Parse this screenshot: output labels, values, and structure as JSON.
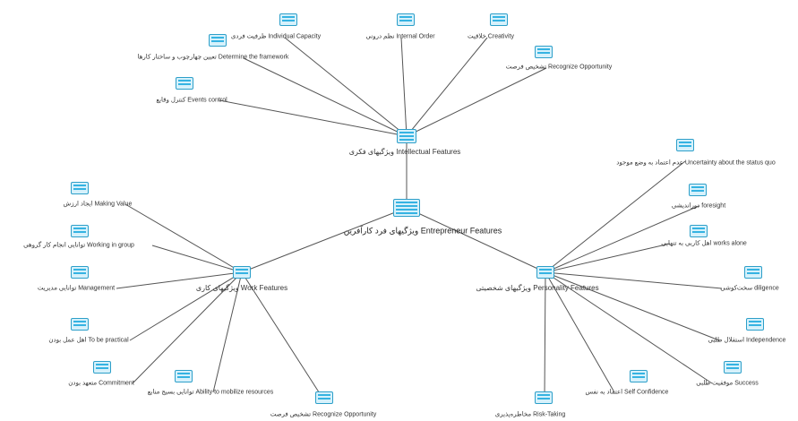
{
  "diagram": {
    "root": {
      "label": "ویژگیهای فرد کارآفرین Entrepreneur Features",
      "icon": "mindmap-node-icon"
    },
    "branches": [
      {
        "label": "ویژگیهای فکری Intellectual Features",
        "icon": "mindmap-node-icon",
        "children": [
          {
            "label": "ظرفیت فردی Individual Capacity"
          },
          {
            "label": "نظم درونی Internal Order"
          },
          {
            "label": "خلاقیت Creativity"
          },
          {
            "label": "تعیین چهارچوب و ساختار کارها Determine the framework"
          },
          {
            "label": "تشخیص فرصت Recognize Opportunity"
          },
          {
            "label": "کنترل وقایع Events control"
          }
        ]
      },
      {
        "label": "ویژگیهای کاری Work Features",
        "icon": "mindmap-node-icon",
        "children": [
          {
            "label": "ایجاد ارزش Making Value"
          },
          {
            "label": "توانایی انجام کار گروهی Working in group"
          },
          {
            "label": "توانایی مدیریت Management"
          },
          {
            "label": "اهل عمل بودن To be practical"
          },
          {
            "label": "متعهد بودن Commitment"
          },
          {
            "label": "توانایی بسیج منابع Ability to mobilize resources"
          },
          {
            "label": "تشخیص فرصت Recognize Opportunity"
          }
        ]
      },
      {
        "label": "ویژگیهای شخصیتی Personality Features",
        "icon": "mindmap-node-icon",
        "children": [
          {
            "label": "عدم اعتماد به وضع موجود Uncertainty about the status quo"
          },
          {
            "label": "دوراندیشی foresight"
          },
          {
            "label": "اهل کاربی به تنهایی works alone"
          },
          {
            "label": "سخت‌کوشی diligence"
          },
          {
            "label": "استقلال طلبی Independence"
          },
          {
            "label": "موفقیت طلبی Success"
          },
          {
            "label": "اعتماد به نفس Self Confidence"
          },
          {
            "label": "مخاطره‌پذیری Risk-Taking"
          }
        ]
      }
    ]
  },
  "colors": {
    "icon_border": "#2d9fc9",
    "icon_fill": "#d6f1fb",
    "icon_stripe": "#35b3e2",
    "edge": "#555555",
    "text": "#333333"
  }
}
